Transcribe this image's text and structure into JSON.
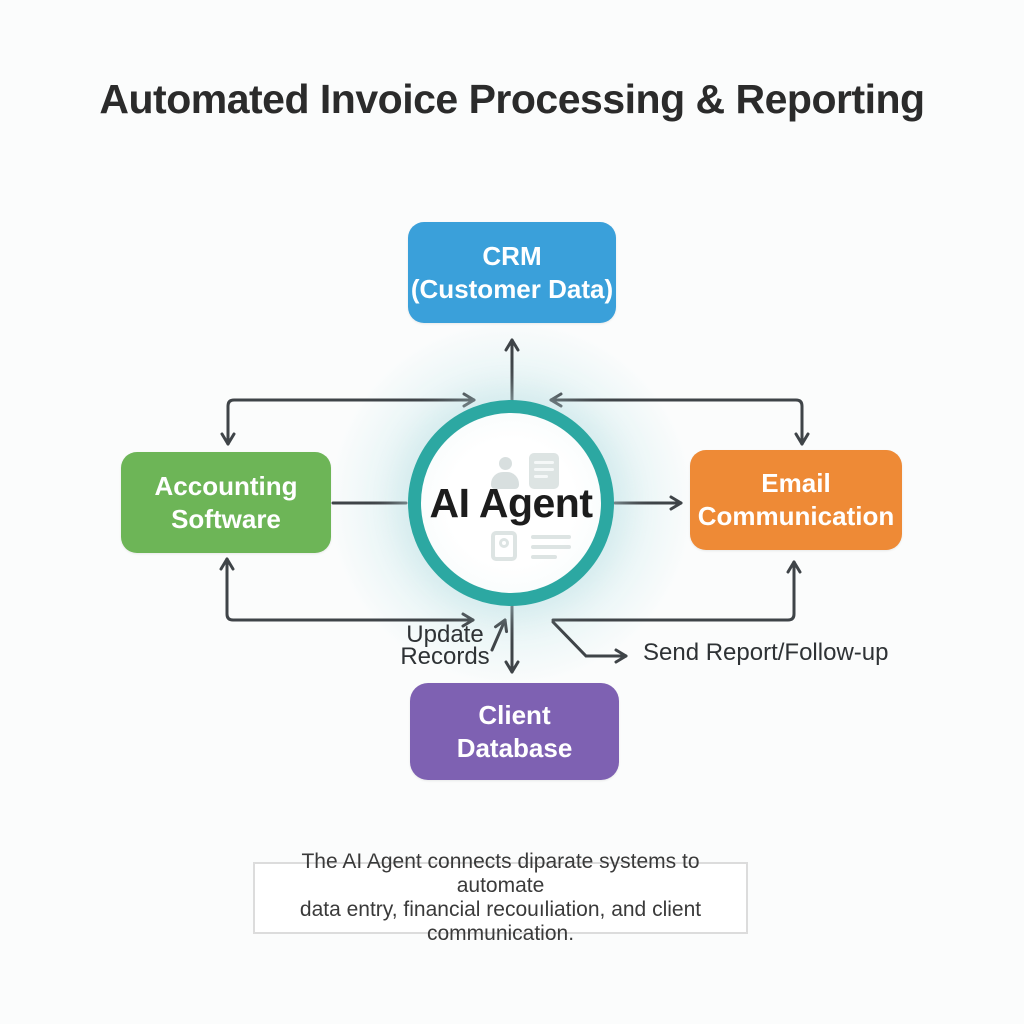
{
  "title": "Automated Invoice Processing & Reporting",
  "colors": {
    "page_bg": "#fbfcfc",
    "title_text": "#2b2b2b",
    "arrow": "#3f4448",
    "node_text": "#ffffff",
    "agent_text": "#1c1c1c",
    "agent_ring": "#2ca8a2",
    "crm_blue": "#3aa0da",
    "accounting_green": "#6db557",
    "email_orange": "#ee8a36",
    "database_purple": "#7e61b2",
    "caption_border": "#dcdcdc",
    "caption_text": "#3a3a3a",
    "ghost_icon_gray": "#c3cecd"
  },
  "nodes": {
    "crm": {
      "label": "CRM\n(Customer Data)",
      "color": "#3aa0da"
    },
    "accounting": {
      "label": "Accounting\nSoftware",
      "color": "#6db557"
    },
    "email": {
      "label": "Email\nCommunication",
      "color": "#ee8a36"
    },
    "client_database": {
      "label": "Client\nDatabase",
      "color": "#7e61b2"
    },
    "ai_agent": {
      "label": "AI Agent"
    }
  },
  "edge_labels": {
    "update_records": "Update\nRecords",
    "send_report": "Send Report/Follow-up"
  },
  "caption": {
    "line1": "The AI Agent connects diparate systems to automate",
    "line2": "data entry, financial recouıliation, and client communication."
  },
  "icons": {
    "agent_top_left": "person-icon",
    "agent_top_right": "document-icon",
    "agent_bottom_left": "id-badge-icon",
    "agent_bottom_right": "list-lines-icon"
  }
}
